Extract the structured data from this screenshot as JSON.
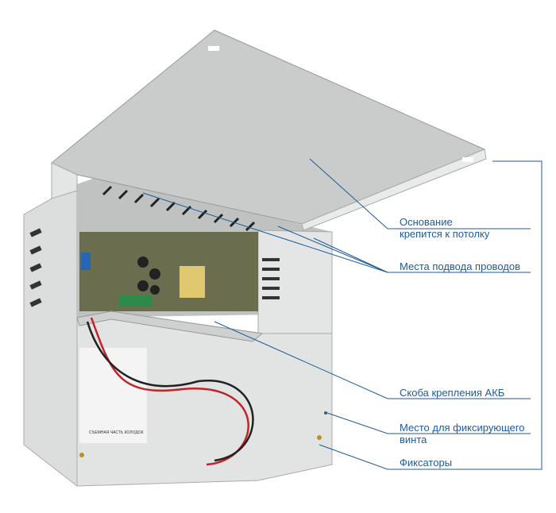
{
  "callouts": {
    "base": [
      "Основание",
      "крепится к потолку"
    ],
    "wire_entry": "Места подвода проводов",
    "battery_bracket": "Скоба крепления АКБ",
    "screw_place": [
      "Место для фиксирующего",
      "винта"
    ],
    "latches": "Фиксаторы"
  },
  "device_marks": {
    "terminal_label": "СЪЕМНАЯ ЧАСТЬ КОЛОДОК"
  },
  "colors": {
    "callout": "#1f5a9a",
    "metal": "#d9dcdc",
    "lid": "#c9cccb"
  }
}
